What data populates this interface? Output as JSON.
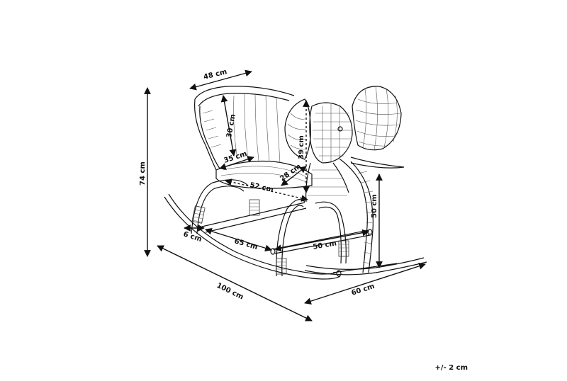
{
  "dimensions": {
    "top_width": "48 cm",
    "backrest": "30 cm",
    "seat_depth": "35 cm",
    "head_height": "39 cm",
    "handle": "28 cm",
    "seat_width": "52 cm",
    "total_height": "74 cm",
    "rocker_end": "6 cm",
    "rail_length": "65 cm",
    "footrest": "50 cm",
    "front_height": "50 cm",
    "total_length": "100 cm",
    "total_width": "60 cm"
  },
  "tolerance": "+/- 2 cm"
}
